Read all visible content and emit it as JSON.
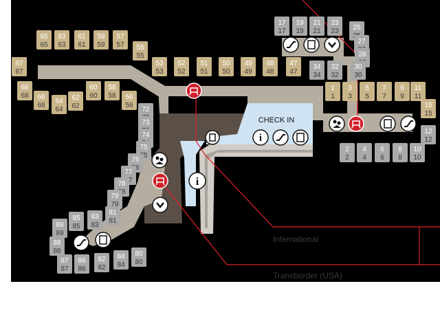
{
  "colors": {
    "background": "#000000",
    "concourse": "#b5ada0",
    "domestic_gate": "#c9b58a",
    "international_gate": "#a9a9a9",
    "checkin_hall": "#cfe3f2",
    "route_line": "#e0202a",
    "landside": "#5a5048",
    "walkway": "#d2cdc6"
  },
  "checkin": {
    "label": "CHECK IN"
  },
  "legend": {
    "international": "International",
    "transborder": "Transborder (USA)"
  },
  "icons": [
    {
      "id": "lounge-1",
      "name": "maple-leaf-lounge-icon"
    },
    {
      "id": "lounge-2",
      "name": "maple-leaf-lounge-icon"
    },
    {
      "id": "lounge-3",
      "name": "maple-leaf-lounge-icon"
    },
    {
      "id": "info-1",
      "name": "information-icon"
    },
    {
      "id": "info-2",
      "name": "information-icon"
    },
    {
      "id": "elevator",
      "name": "elevator-icon"
    },
    {
      "id": "escalator",
      "name": "escalator-icon"
    },
    {
      "id": "family",
      "name": "family-services-icon"
    },
    {
      "id": "connections",
      "name": "connections-icon"
    }
  ],
  "gates": {
    "north": [
      "65",
      "63",
      "61",
      "59",
      "57",
      "55",
      "53",
      "52",
      "51",
      "50",
      "49",
      "48",
      "47"
    ],
    "west": [
      "67",
      "68",
      "66",
      "64",
      "62",
      "60",
      "58",
      "56"
    ],
    "pier": [
      "72",
      "73",
      "74",
      "75",
      "76",
      "77",
      "78",
      "79",
      "81",
      "80",
      "84",
      "82",
      "83",
      "85",
      "86",
      "87",
      "88",
      "89"
    ],
    "east_top": [
      "1",
      "3",
      "5",
      "7",
      "9",
      "11",
      "15"
    ],
    "east_bottom": [
      "2",
      "4",
      "6",
      "8",
      "10",
      "12"
    ],
    "upper": [
      "17",
      "19",
      "21",
      "23",
      "25",
      "27",
      "28",
      "30",
      "32",
      "34"
    ]
  }
}
